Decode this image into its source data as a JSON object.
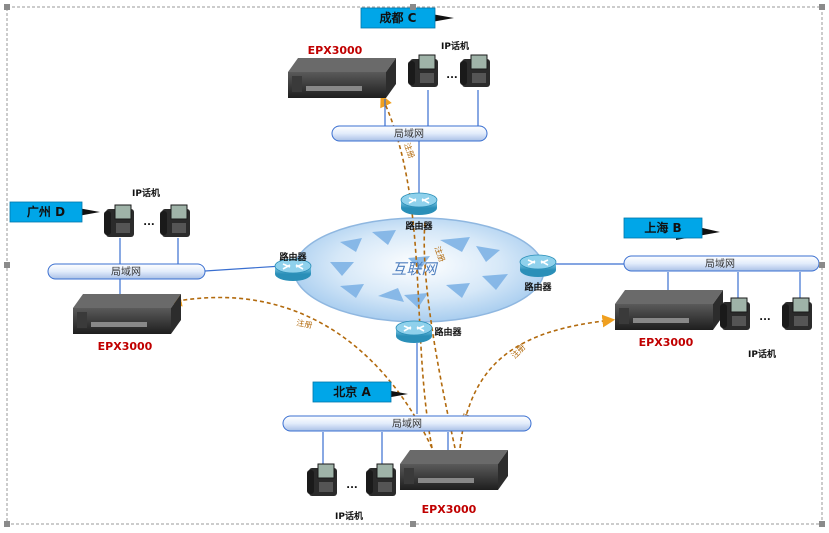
{
  "sites": {
    "chengdu": {
      "label": "成都 C",
      "device": "EPX3000",
      "phones_label": "IP话机",
      "lan_label": "局域网"
    },
    "guangzhou": {
      "label": "广州 D",
      "device": "EPX3000",
      "phones_label": "IP话机",
      "lan_label": "局域网"
    },
    "shanghai": {
      "label": "上海 B",
      "device": "EPX3000",
      "phones_label": "IP话机",
      "lan_label": "局域网"
    },
    "beijing": {
      "label": "北京 A",
      "device": "EPX3000",
      "phones_label": "IP话机",
      "lan_label": "局域网"
    }
  },
  "internet": {
    "label": "互联网"
  },
  "routers": {
    "label": "路由器"
  },
  "registration": {
    "label": "注册"
  },
  "ellipsis": "...",
  "colors": {
    "site_tag": "#00a6e8",
    "device_label": "#c00000",
    "lan_bar": "#dbe7fb",
    "lan_line": "#3a6fd0",
    "internet_cloud": "#bcd9f3",
    "register_line": "#b26a0d",
    "internet_text": "#4f7fbf"
  }
}
